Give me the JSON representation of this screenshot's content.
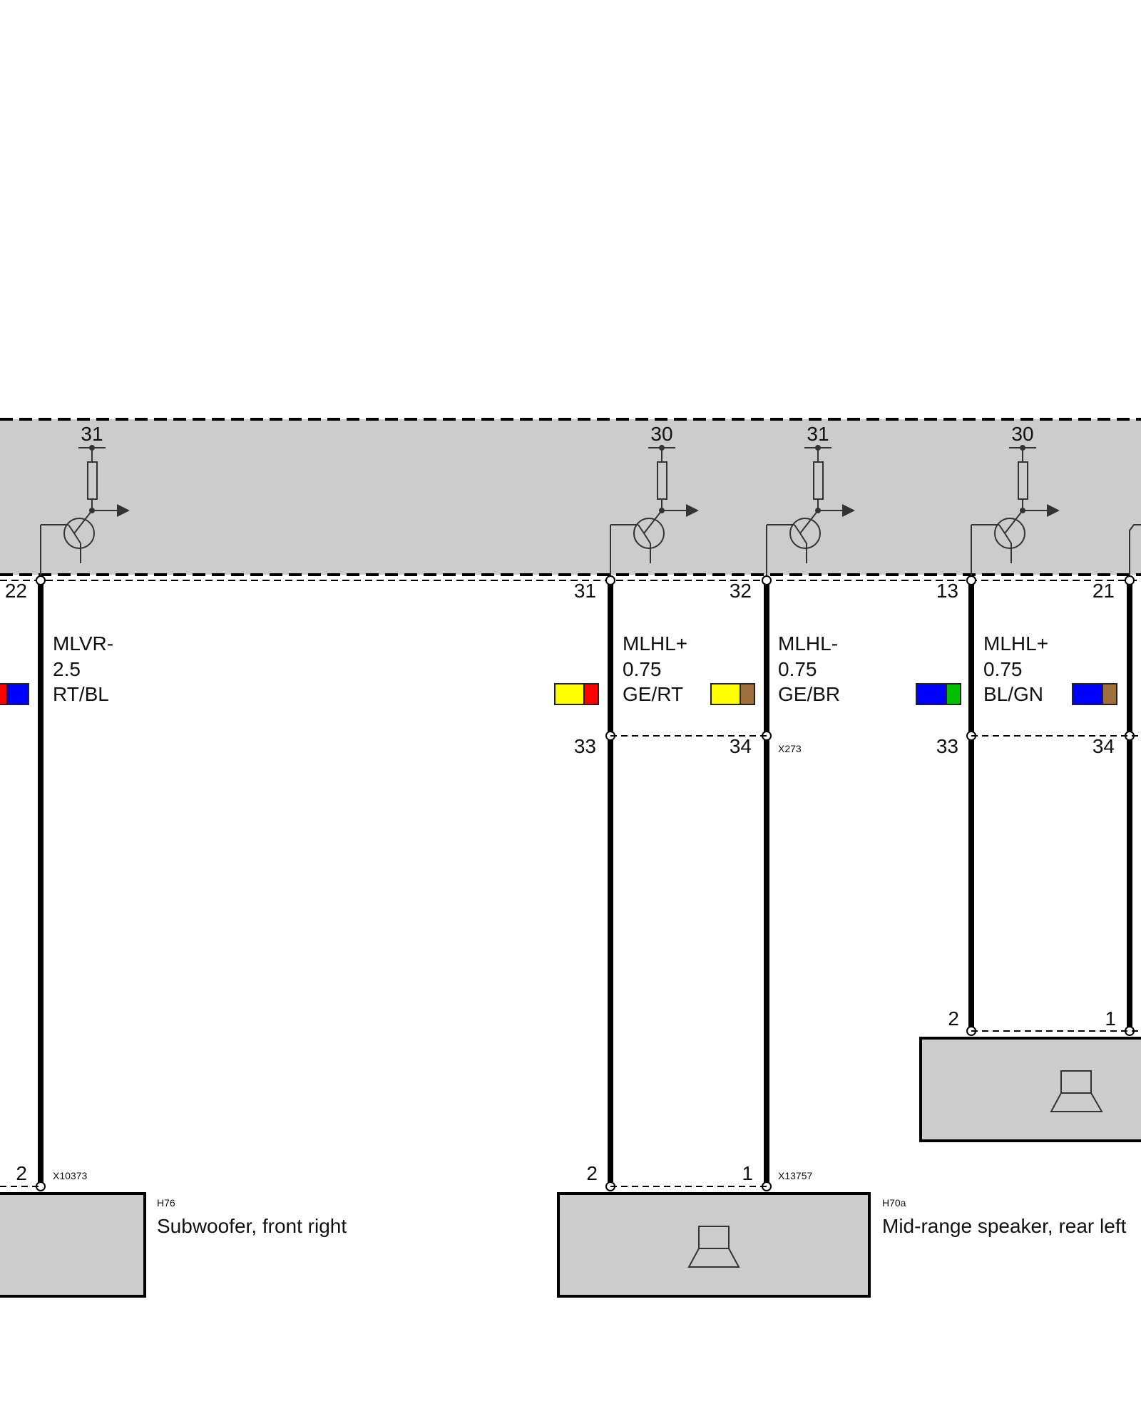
{
  "module": {
    "supply_labels": [
      "31",
      "30",
      "31",
      "30"
    ]
  },
  "wires": [
    {
      "top_pin": "22",
      "signal": "MLVR-",
      "gauge": "2.5",
      "color_code": "RT/BL",
      "colors": [
        "#ff0000",
        "#0000ff"
      ],
      "bottom_pin": "2",
      "bottom_connector": "X10373"
    },
    {
      "top_pin": "31",
      "signal": "MLHL+",
      "gauge": "0.75",
      "color_code": "GE/RT",
      "colors": [
        "#ffff00",
        "#ff0000"
      ],
      "mid_pin": "33",
      "bottom_pin": "2"
    },
    {
      "top_pin": "32",
      "signal": "MLHL-",
      "gauge": "0.75",
      "color_code": "GE/BR",
      "colors": [
        "#ffff00",
        "#a0703c"
      ],
      "mid_pin": "34",
      "mid_connector": "X273",
      "bottom_pin": "1",
      "bottom_connector": "X13757"
    },
    {
      "top_pin": "13",
      "signal": "MLHL+",
      "gauge": "0.75",
      "color_code": "BL/GN",
      "colors": [
        "#0000ff",
        "#00c000"
      ],
      "mid_pin": "33",
      "bottom_pin": "2"
    },
    {
      "top_pin": "21",
      "colors": [
        "#0000ff",
        "#a0703c"
      ],
      "mid_pin": "34",
      "bottom_pin": "1"
    }
  ],
  "components": [
    {
      "id": "H76",
      "name": "Subwoofer, front right"
    },
    {
      "id": "H70a",
      "name": "Mid-range speaker, rear left"
    }
  ]
}
